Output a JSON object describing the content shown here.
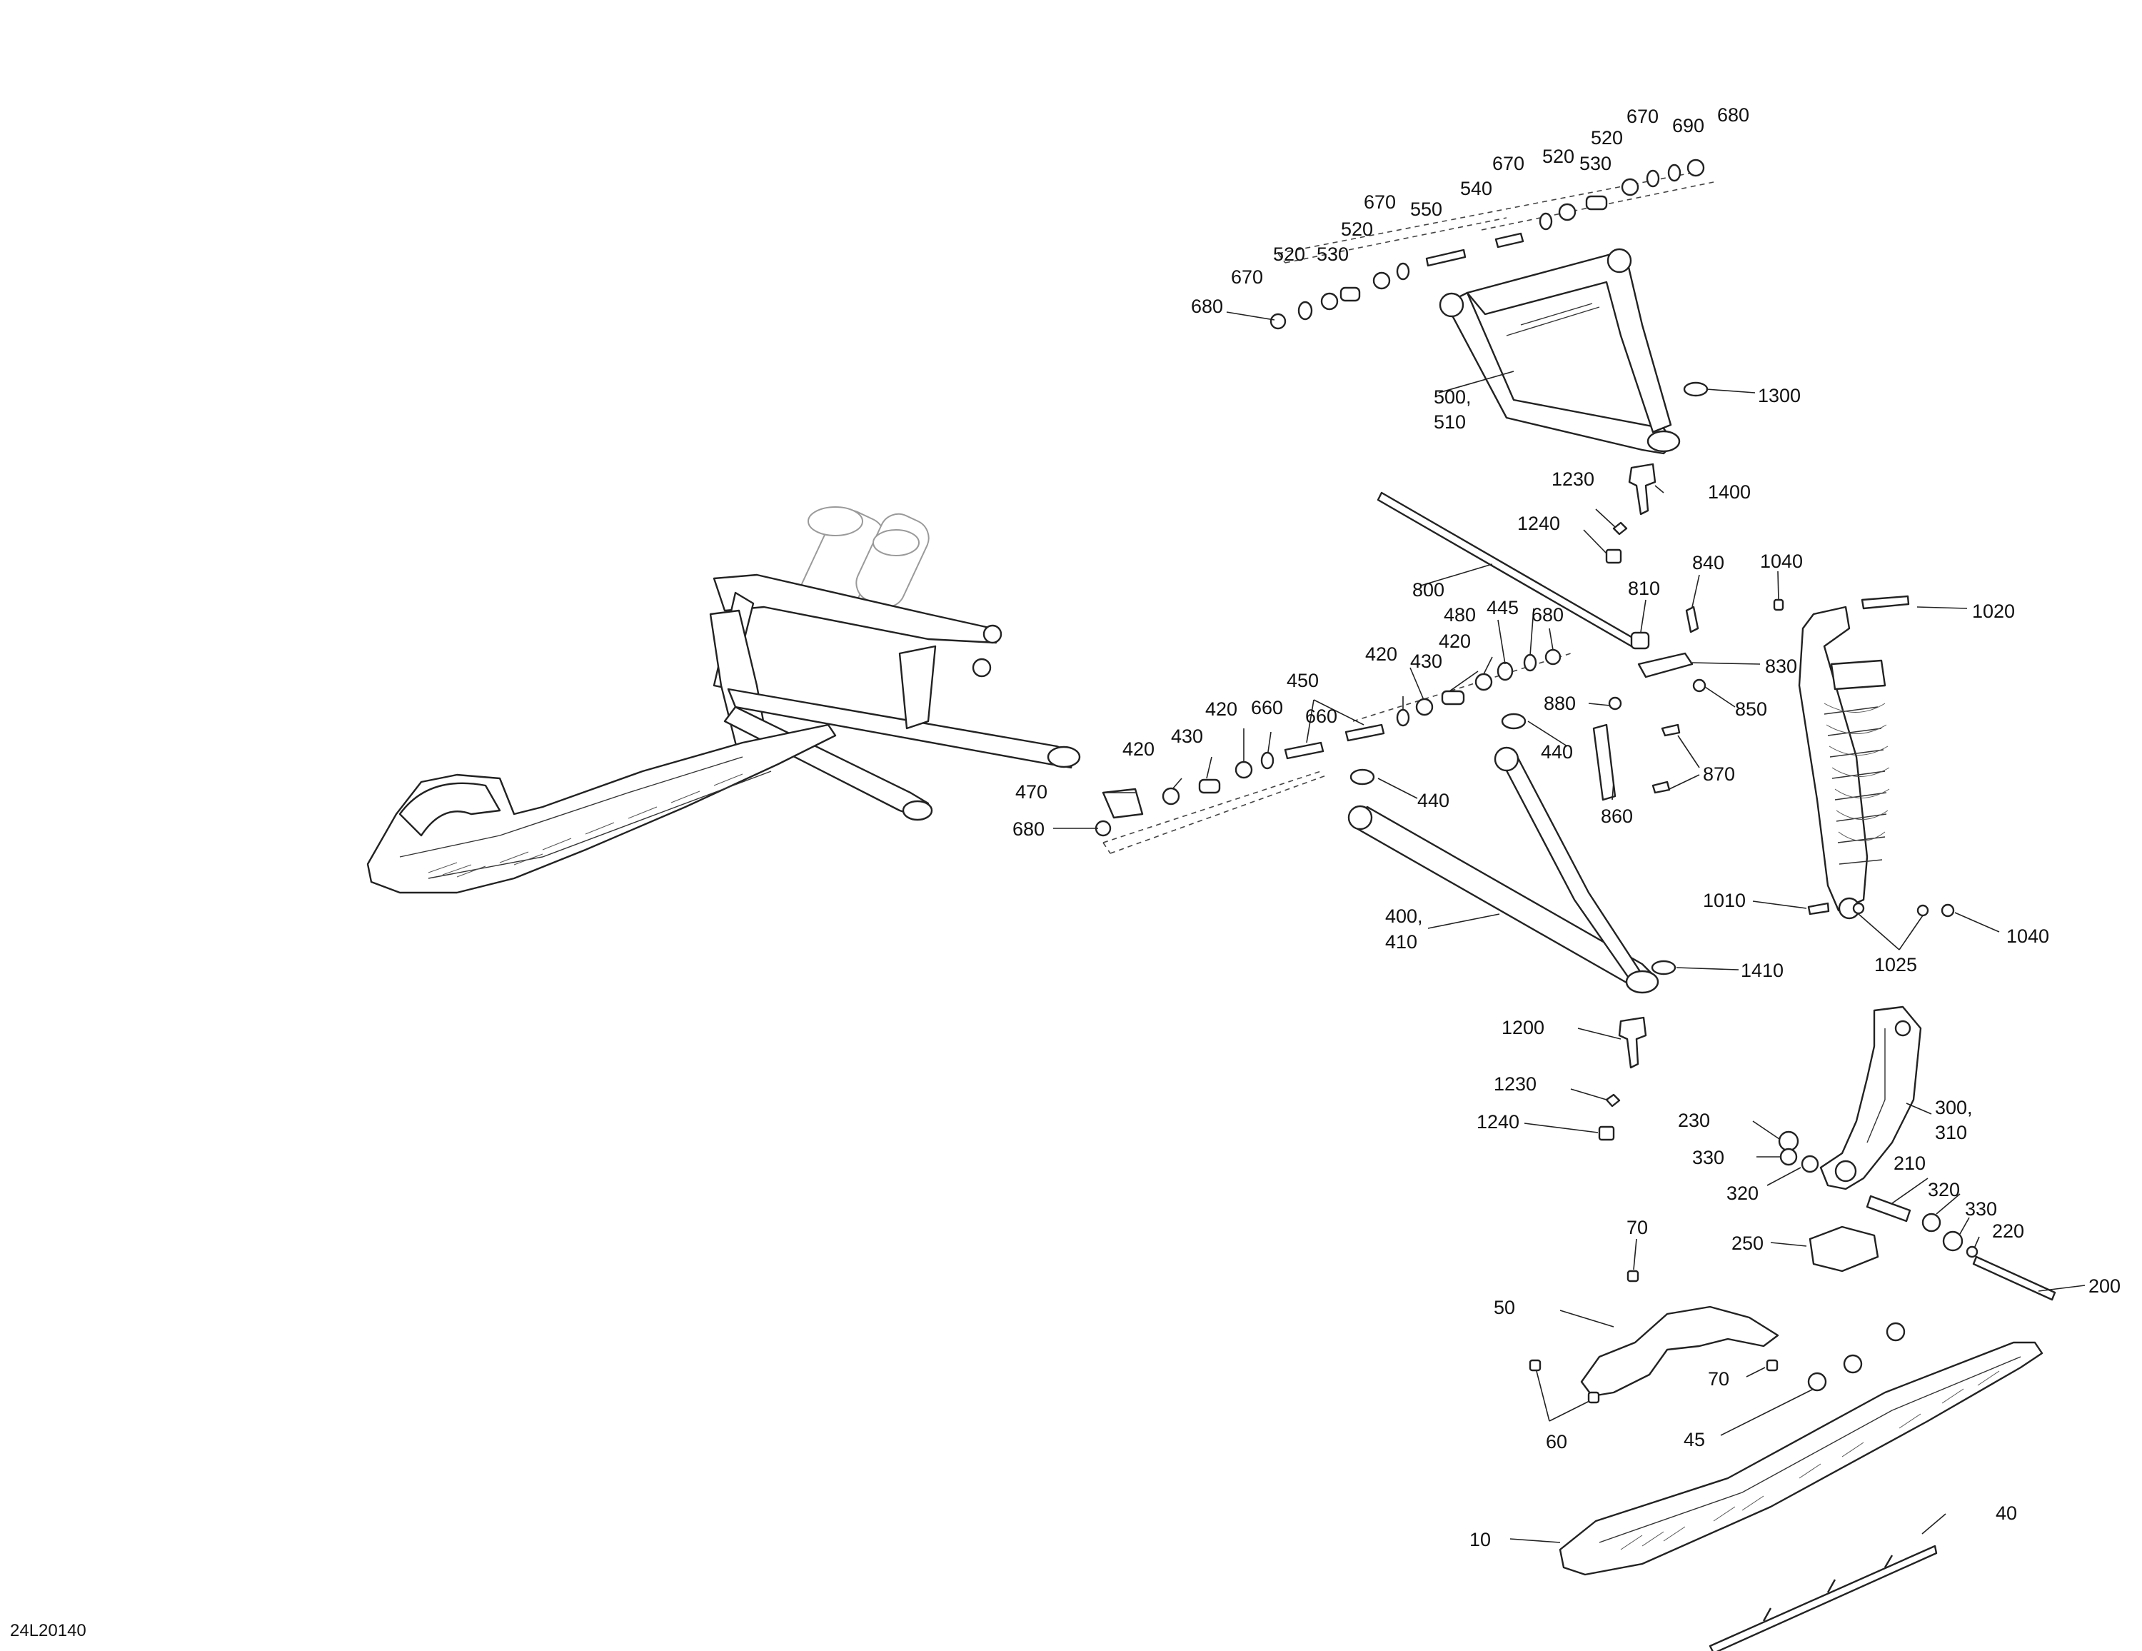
{
  "diagram_ref": "24L20140",
  "callouts": [
    {
      "id": "c680a",
      "text": "680"
    },
    {
      "id": "c670a",
      "text": "670"
    },
    {
      "id": "c520a",
      "text": "520"
    },
    {
      "id": "c530a",
      "text": "530"
    },
    {
      "id": "c520b",
      "text": "520"
    },
    {
      "id": "c670b",
      "text": "670"
    },
    {
      "id": "c550",
      "text": "550"
    },
    {
      "id": "c540",
      "text": "540"
    },
    {
      "id": "c670c",
      "text": "670"
    },
    {
      "id": "c520c",
      "text": "520"
    },
    {
      "id": "c530b",
      "text": "530"
    },
    {
      "id": "c520d",
      "text": "520"
    },
    {
      "id": "c670d",
      "text": "670"
    },
    {
      "id": "c690",
      "text": "690"
    },
    {
      "id": "c680b",
      "text": "680"
    },
    {
      "id": "c500",
      "text": "500,"
    },
    {
      "id": "c510",
      "text": "510"
    },
    {
      "id": "c1300",
      "text": "1300"
    },
    {
      "id": "c1230a",
      "text": "1230"
    },
    {
      "id": "c1400",
      "text": "1400"
    },
    {
      "id": "c1240a",
      "text": "1240"
    },
    {
      "id": "c800",
      "text": "800"
    },
    {
      "id": "c810",
      "text": "810"
    },
    {
      "id": "c840",
      "text": "840"
    },
    {
      "id": "c1040a",
      "text": "1040"
    },
    {
      "id": "c1020",
      "text": "1020"
    },
    {
      "id": "c830",
      "text": "830"
    },
    {
      "id": "c850",
      "text": "850"
    },
    {
      "id": "c880",
      "text": "880"
    },
    {
      "id": "c870",
      "text": "870"
    },
    {
      "id": "c860",
      "text": "860"
    },
    {
      "id": "c480",
      "text": "480"
    },
    {
      "id": "c445",
      "text": "445"
    },
    {
      "id": "c680c",
      "text": "680"
    },
    {
      "id": "c420a",
      "text": "420"
    },
    {
      "id": "c420b",
      "text": "420"
    },
    {
      "id": "c430a",
      "text": "430"
    },
    {
      "id": "c450",
      "text": "450"
    },
    {
      "id": "c660a",
      "text": "660"
    },
    {
      "id": "c660b",
      "text": "660"
    },
    {
      "id": "c420c",
      "text": "420"
    },
    {
      "id": "c430b",
      "text": "430"
    },
    {
      "id": "c420d",
      "text": "420"
    },
    {
      "id": "c440a",
      "text": "440"
    },
    {
      "id": "c440b",
      "text": "440"
    },
    {
      "id": "c470",
      "text": "470"
    },
    {
      "id": "c680d",
      "text": "680"
    },
    {
      "id": "c400",
      "text": "400,"
    },
    {
      "id": "c410",
      "text": "410"
    },
    {
      "id": "c1410",
      "text": "1410"
    },
    {
      "id": "c1010",
      "text": "1010"
    },
    {
      "id": "c1040b",
      "text": "1040"
    },
    {
      "id": "c1025",
      "text": "1025"
    },
    {
      "id": "c1200",
      "text": "1200"
    },
    {
      "id": "c1230b",
      "text": "1230"
    },
    {
      "id": "c1240b",
      "text": "1240"
    },
    {
      "id": "c230",
      "text": "230"
    },
    {
      "id": "c300",
      "text": "300,"
    },
    {
      "id": "c310",
      "text": "310"
    },
    {
      "id": "c330a",
      "text": "330"
    },
    {
      "id": "c320a",
      "text": "320"
    },
    {
      "id": "c210",
      "text": "210"
    },
    {
      "id": "c320b",
      "text": "320"
    },
    {
      "id": "c330b",
      "text": "330"
    },
    {
      "id": "c220",
      "text": "220"
    },
    {
      "id": "c250",
      "text": "250"
    },
    {
      "id": "c200",
      "text": "200"
    },
    {
      "id": "c70a",
      "text": "70"
    },
    {
      "id": "c50",
      "text": "50"
    },
    {
      "id": "c70b",
      "text": "70"
    },
    {
      "id": "c60",
      "text": "60"
    },
    {
      "id": "c45",
      "text": "45"
    },
    {
      "id": "c40",
      "text": "40"
    },
    {
      "id": "c10",
      "text": "10"
    }
  ]
}
